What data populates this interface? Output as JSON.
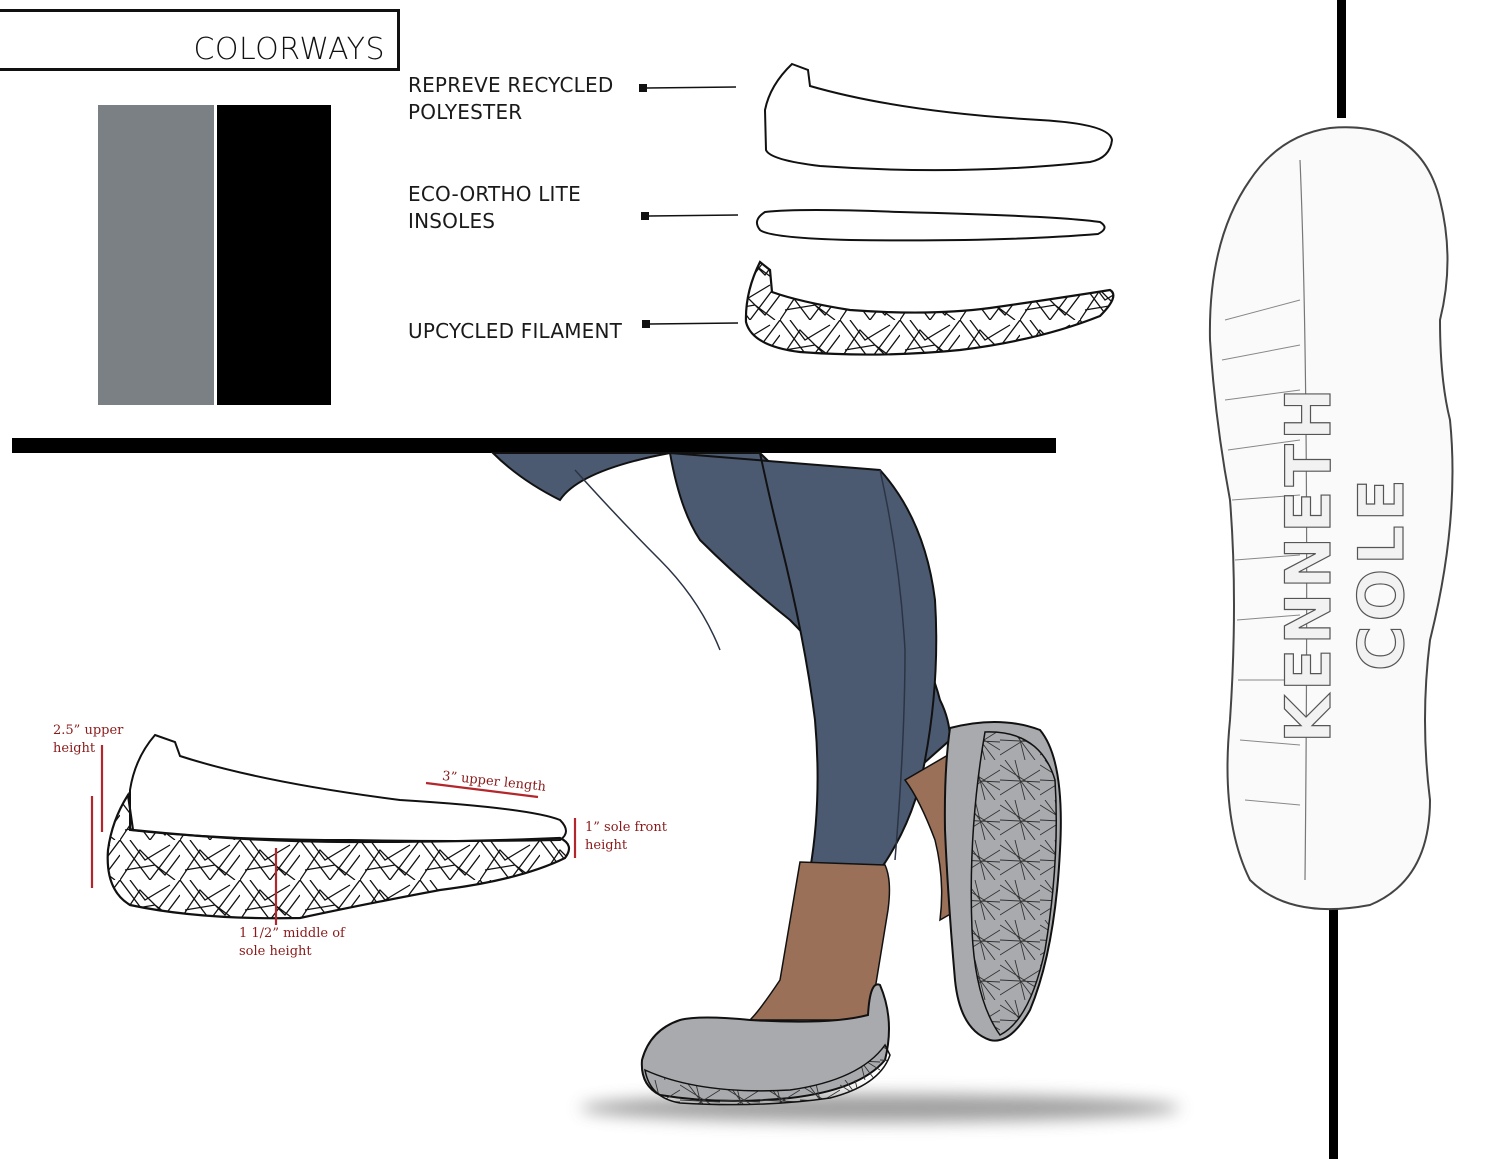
{
  "header": {
    "title": "COLORWAYS"
  },
  "colorways": {
    "swatches": [
      {
        "name": "gray",
        "color": "#7b8085"
      },
      {
        "name": "black",
        "color": "#000000"
      }
    ]
  },
  "materials": [
    {
      "line1": "REPREVE RECYCLED",
      "line2": "POLYESTER"
    },
    {
      "line1": "ECO-ORTHO LITE",
      "line2": "INSOLES"
    },
    {
      "line1": "UPCYCLED FILAMENT",
      "line2": ""
    }
  ],
  "measurements": {
    "upper_height": {
      "line1": "2.5” upper",
      "line2": "height"
    },
    "upper_length": "3” upper length",
    "sole_front": {
      "line1": "1” sole front",
      "line2": "height"
    },
    "sole_middle": {
      "line1": "1 1/2” middle of",
      "line2": "sole height"
    }
  },
  "sole_logo": "KENNETH COLE",
  "colors": {
    "ink": "#111111",
    "measure_red": "#b3262c",
    "denim": "#4b5a70",
    "skin": "#9a7058",
    "shoe_gray": "#a9aaad"
  }
}
